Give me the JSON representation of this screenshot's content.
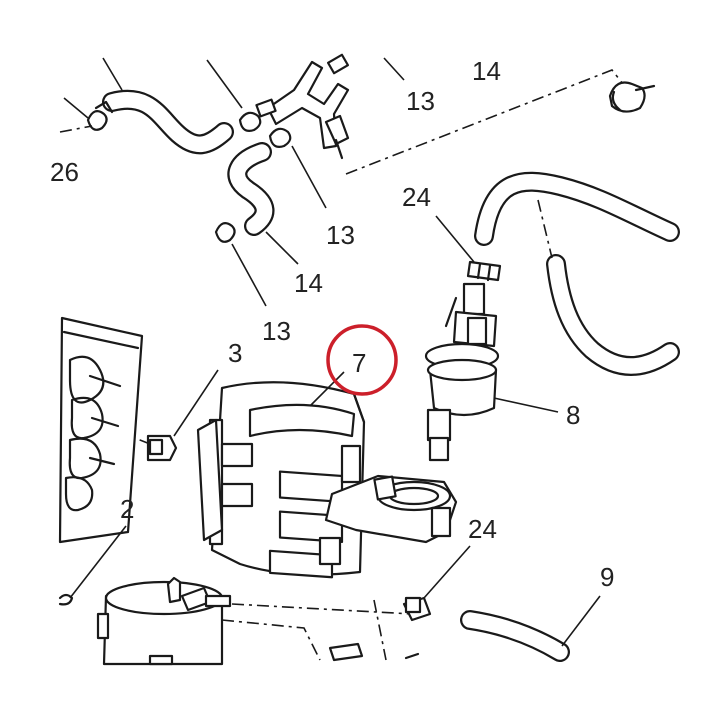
{
  "callouts": {
    "c26": "26",
    "c13a": "13",
    "c14a": "14",
    "c24a": "24",
    "c13b": "13",
    "c14b": "14",
    "c13c": "13",
    "c7": "7",
    "c3": "3",
    "c8": "8",
    "c2": "2",
    "c24b": "24",
    "c9": "9"
  },
  "highlight": {
    "target": "7",
    "color": "#cc1f2a"
  }
}
